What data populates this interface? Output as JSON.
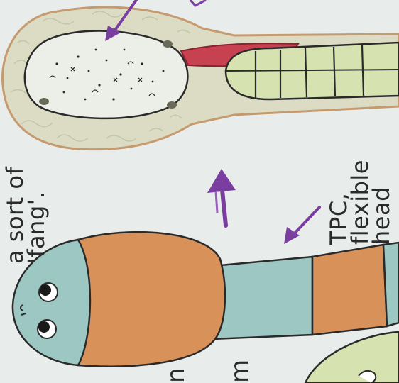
{
  "drawing": {
    "annotations": {
      "fang": [
        "a sort of",
        "'fang'."
      ],
      "tpc": [
        "TPC,",
        "flexible",
        "head"
      ],
      "bottom_letters": [
        "m",
        "n"
      ]
    },
    "icons": {
      "scolex_with_hooks": "worm-head-with-fang-icon",
      "scolex_plain": "worm-head-with-eyes-icon",
      "arrow_up": "purple-arrow-up-icon",
      "arrow_pointer": "purple-arrow-pointer-icon"
    },
    "colors": {
      "paper": "#e8ecea",
      "ink": "#2a2a2a",
      "teal": "#9cc7c3",
      "orange": "#d9915a",
      "purple": "#7a3ea0",
      "red_fang": "#c84150",
      "green_segments": "#d6e2b0",
      "tan_outline": "#c59a6e"
    }
  }
}
